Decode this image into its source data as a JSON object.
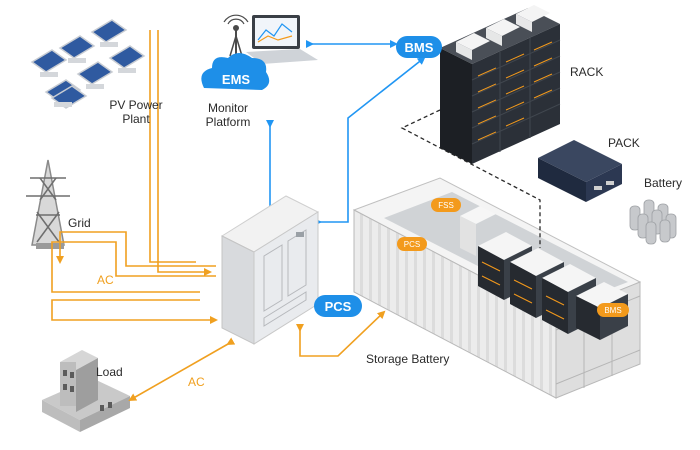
{
  "labels": {
    "pv_line1": "PV Power",
    "pv_line2": "Plant",
    "grid": "Grid",
    "load": "Load",
    "monitor_line1": "Monitor",
    "monitor_line2": "Platform",
    "rack": "RACK",
    "pack": "PACK",
    "battery": "Battery",
    "storage_battery": "Storage Battery",
    "ac_grid": "AC",
    "ac_load": "AC"
  },
  "badges": {
    "ems": "EMS",
    "bms_top": "BMS",
    "pcs_main": "PCS",
    "fss": "FSS",
    "pcs_small": "PCS",
    "bms_small": "BMS"
  },
  "colors": {
    "ac_line": "#f0a020",
    "comm_line": "#2196f3",
    "badge_blue": "#1e8fe8",
    "badge_orange": "#f39a1c"
  }
}
